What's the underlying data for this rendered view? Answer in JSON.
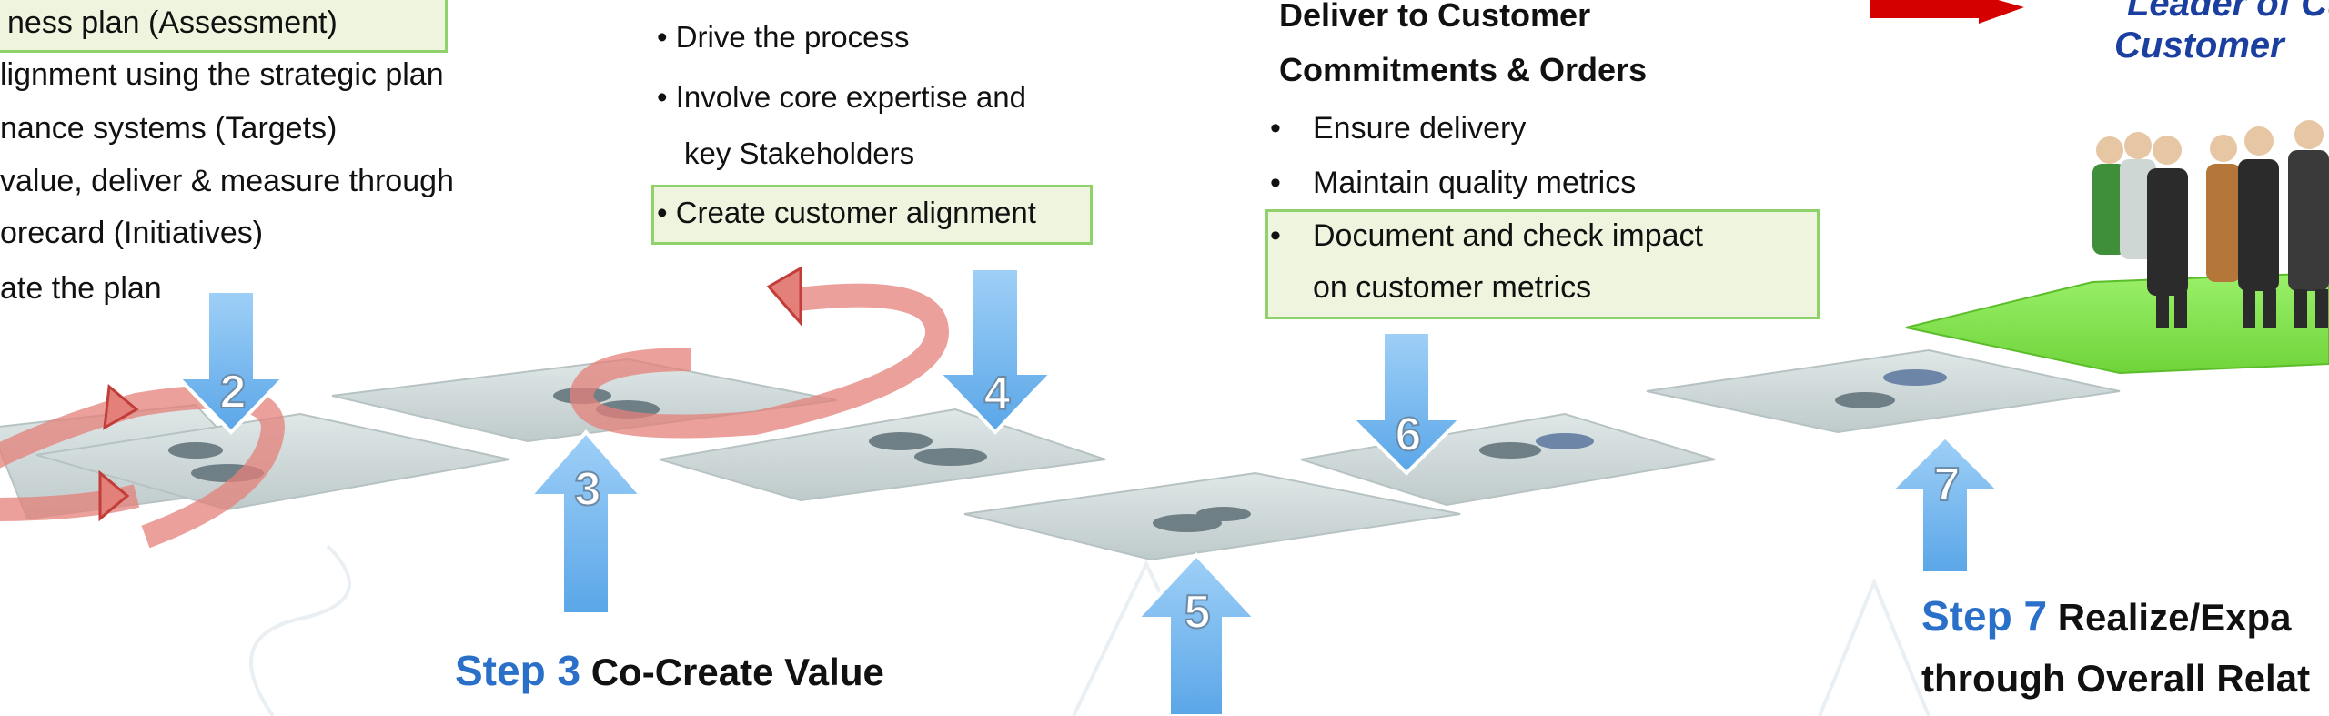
{
  "step1_bullets": [
    "ness plan (Assessment)",
    "lignment using the strategic plan",
    "nance systems (Targets)",
    "value, deliver & measure through",
    "orecard (Initiatives)",
    "ate the plan"
  ],
  "step3_bullets": [
    "• Drive the process",
    "• Involve core expertise and",
    "key Stakeholders",
    "• Create customer alignment"
  ],
  "step5_header": [
    "Deliver to Customer",
    "Commitments & Orders"
  ],
  "step5_bullets": [
    {
      "bullet": "•",
      "text": "Ensure delivery"
    },
    {
      "bullet": "•",
      "text": "Maintain quality metrics"
    },
    {
      "bullet": "•",
      "text": "Document and check impact"
    },
    {
      "bullet": "",
      "text": "on customer metrics"
    }
  ],
  "leader_title": [
    "Leader of Cu",
    "Customer"
  ],
  "step_numbers": [
    "2",
    "3",
    "4",
    "5",
    "6",
    "7"
  ],
  "step3_caption": {
    "step": "Step 3",
    "label": "Co-Create Value"
  },
  "step7_caption": {
    "step": "Step 7",
    "label": "Realize/Expa",
    "line2": "through Overall Relat"
  },
  "colors": {
    "tile": "#cfd8d8",
    "footprint": "#6f7f86",
    "arrow_blue": "#6fb3ee",
    "loop_red": "#d9534f",
    "highlight_border": "#8fd16a",
    "highlight_fill": "#eef4dd",
    "green_platform": "#7fe04a",
    "step_blue": "#2a6fc8",
    "title_blue": "#1b3fa0",
    "red_arrow": "#d40000"
  }
}
